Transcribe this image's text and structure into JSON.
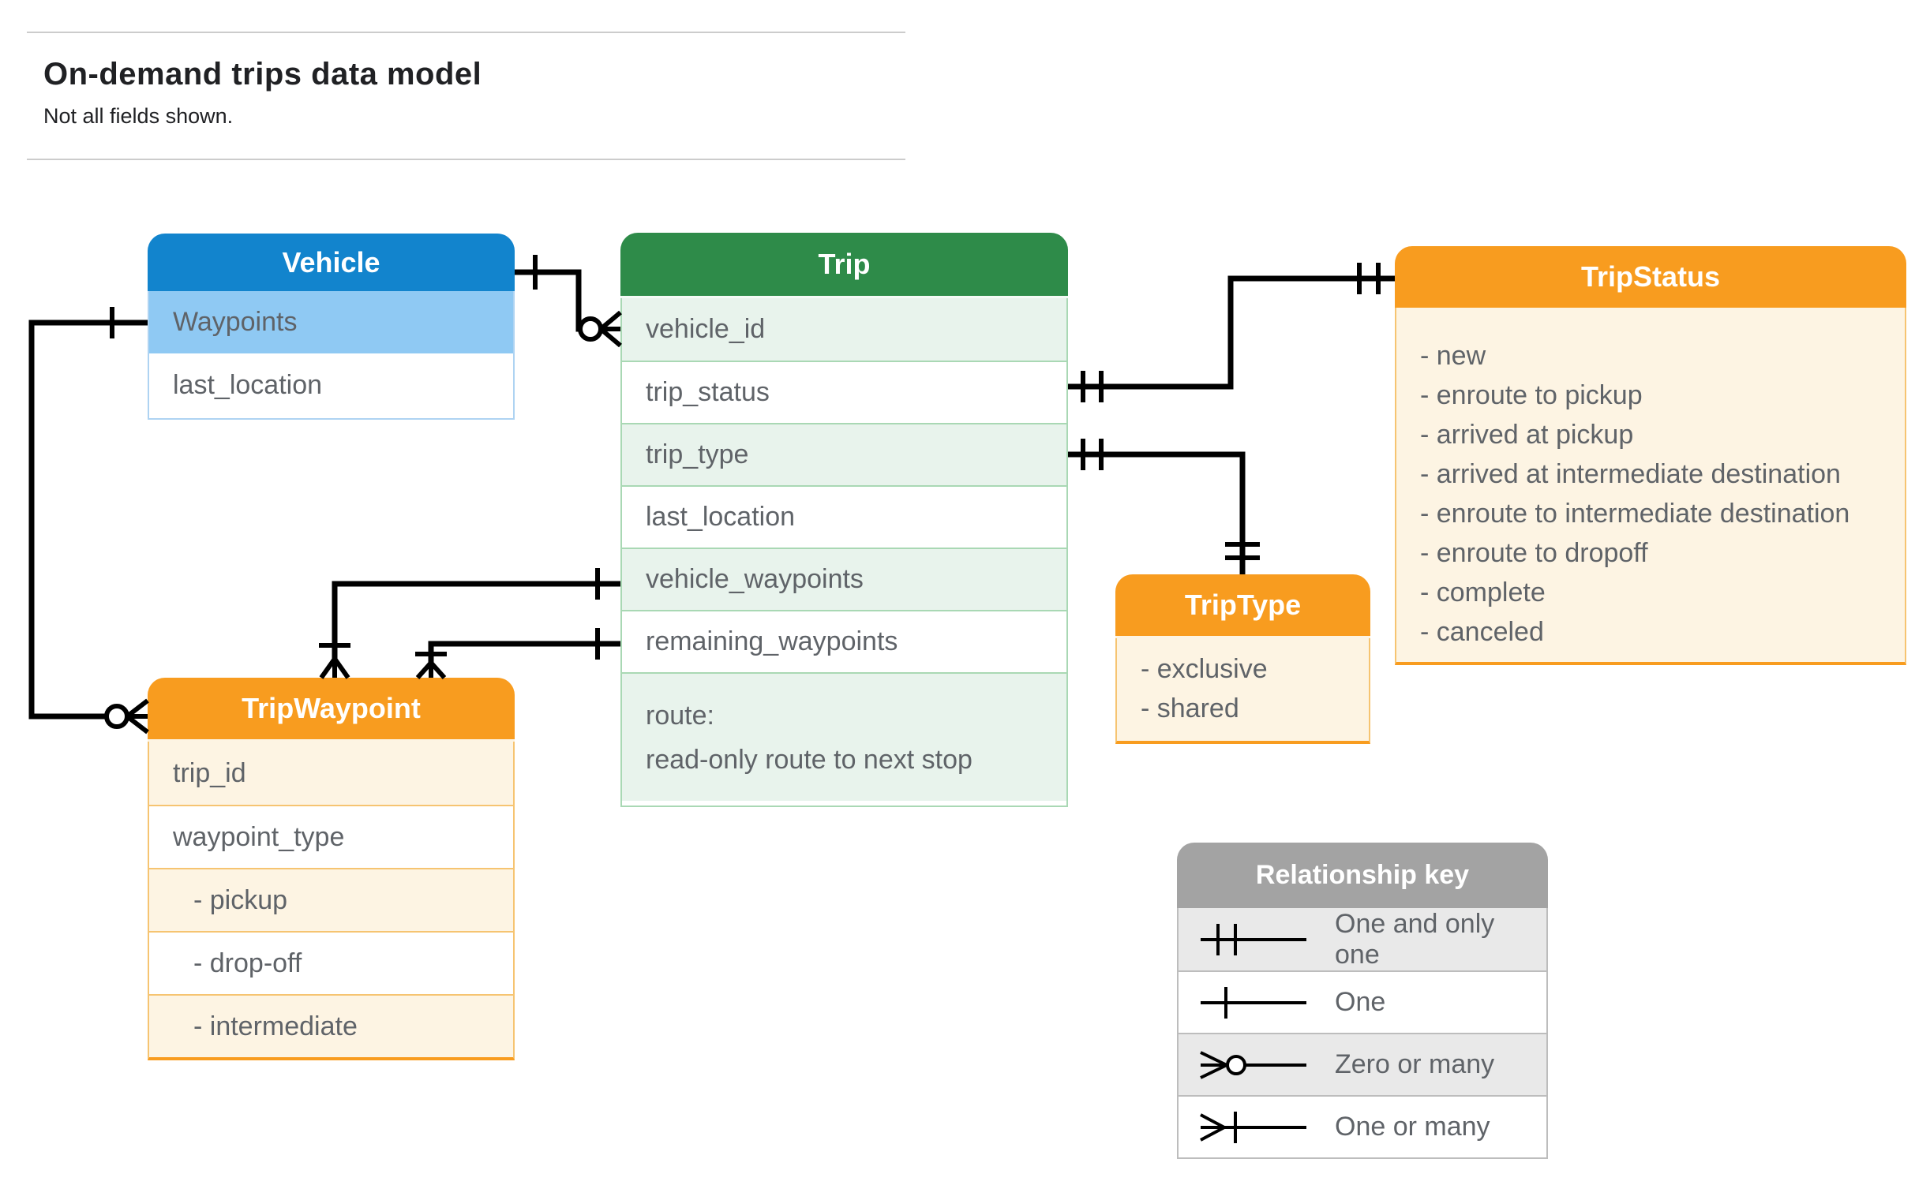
{
  "page": {
    "title": "On-demand trips data model",
    "subtitle": "Not all fields shown."
  },
  "colors": {
    "header-blue": "#1284cd",
    "row-blue": "#8fc9f3",
    "header-green": "#2e8b49",
    "row-green": "#e8f3ec",
    "header-orange": "#f89c1f",
    "row-cream": "#fdf4e3",
    "header-gray": "#a3a3a3",
    "text-gray": "#5f6368"
  },
  "tables": {
    "vehicle": {
      "title": "Vehicle",
      "rows": [
        {
          "label": "Waypoints",
          "highlight": true
        },
        {
          "label": "last_location",
          "highlight": false
        }
      ]
    },
    "trip": {
      "title": "Trip",
      "rows": [
        "vehicle_id",
        "trip_status",
        "trip_type",
        "last_location",
        "vehicle_waypoints",
        "remaining_waypoints"
      ],
      "route_row": {
        "line1": "route:",
        "line2": "read-only route to next stop"
      }
    },
    "trip_status": {
      "title": "TripStatus",
      "items": [
        "- new",
        "- enroute to pickup",
        "- arrived at pickup",
        "- arrived at intermediate destination",
        "- enroute to intermediate destination",
        "- enroute to dropoff",
        "- complete",
        "- canceled"
      ]
    },
    "trip_type": {
      "title": "TripType",
      "items": [
        "- exclusive",
        "- shared"
      ]
    },
    "trip_waypoint": {
      "title": "TripWaypoint",
      "rows": [
        "trip_id",
        "waypoint_type",
        "- pickup",
        "- drop-off",
        "- intermediate"
      ]
    }
  },
  "legend": {
    "title": "Relationship key",
    "rows": [
      {
        "symbol": "one-and-only-one",
        "label": "One and only one"
      },
      {
        "symbol": "one",
        "label": "One"
      },
      {
        "symbol": "zero-or-many",
        "label": "Zero or many"
      },
      {
        "symbol": "one-or-many",
        "label": "One or many"
      }
    ]
  },
  "relationships": [
    {
      "from": "Vehicle",
      "to": "Trip.vehicle_id",
      "from_cardinality": "one",
      "to_cardinality": "zero-or-many"
    },
    {
      "from": "Trip.trip_status",
      "to": "TripStatus",
      "from_cardinality": "one-and-only-one",
      "to_cardinality": "one-and-only-one"
    },
    {
      "from": "Trip.trip_type",
      "to": "TripType",
      "from_cardinality": "one-and-only-one",
      "to_cardinality": "one-and-only-one"
    },
    {
      "from": "Trip.vehicle_waypoints",
      "to": "TripWaypoint",
      "from_cardinality": "one",
      "to_cardinality": "one-or-many"
    },
    {
      "from": "Trip.remaining_waypoints",
      "to": "TripWaypoint",
      "from_cardinality": "one",
      "to_cardinality": "one-or-many"
    },
    {
      "from": "Vehicle.Waypoints",
      "to": "TripWaypoint",
      "from_cardinality": "one",
      "to_cardinality": "zero-or-many"
    }
  ]
}
